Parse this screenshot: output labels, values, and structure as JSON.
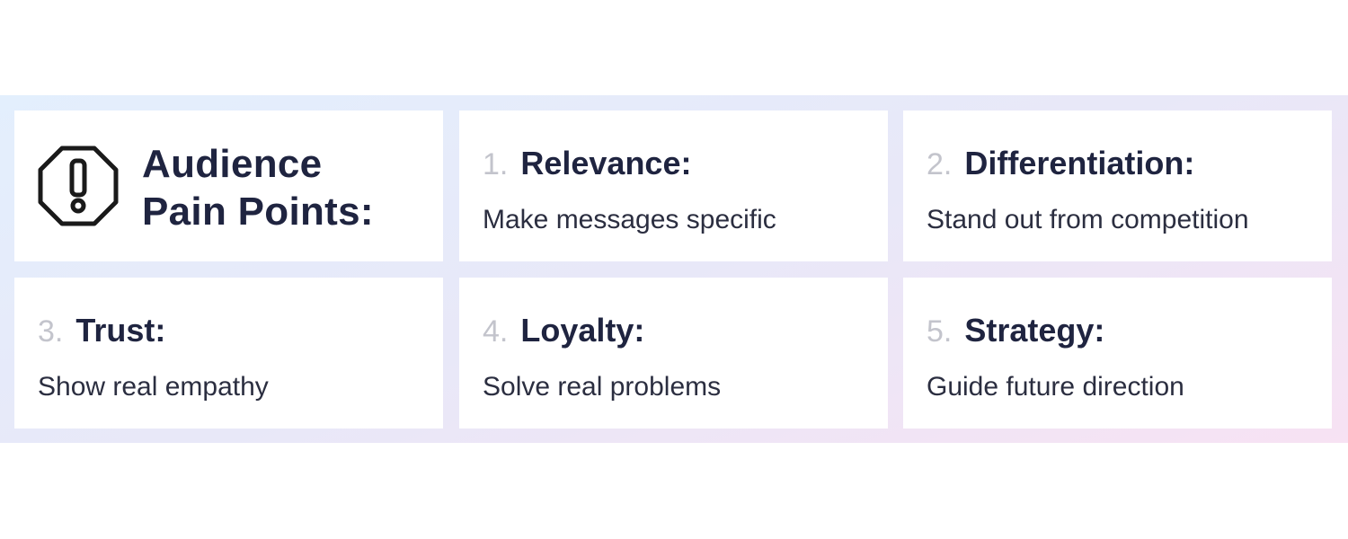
{
  "title": {
    "line1": "Audience",
    "line2": "Pain Points:",
    "icon": "octagon-exclamation-icon"
  },
  "items": [
    {
      "number": "1.",
      "label": "Relevance:",
      "description": "Make messages specific"
    },
    {
      "number": "2.",
      "label": "Differentiation:",
      "description": "Stand out from competition"
    },
    {
      "number": "3.",
      "label": "Trust:",
      "description": "Show real empathy"
    },
    {
      "number": "4.",
      "label": "Loyalty:",
      "description": "Solve real problems"
    },
    {
      "number": "5.",
      "label": "Strategy:",
      "description": "Guide future direction"
    }
  ],
  "colors": {
    "heading": "#1f2440",
    "number": "#c3c4cc",
    "body": "#2b2e40",
    "background_start": "#e3effd",
    "background_end": "#f7e2f3"
  }
}
